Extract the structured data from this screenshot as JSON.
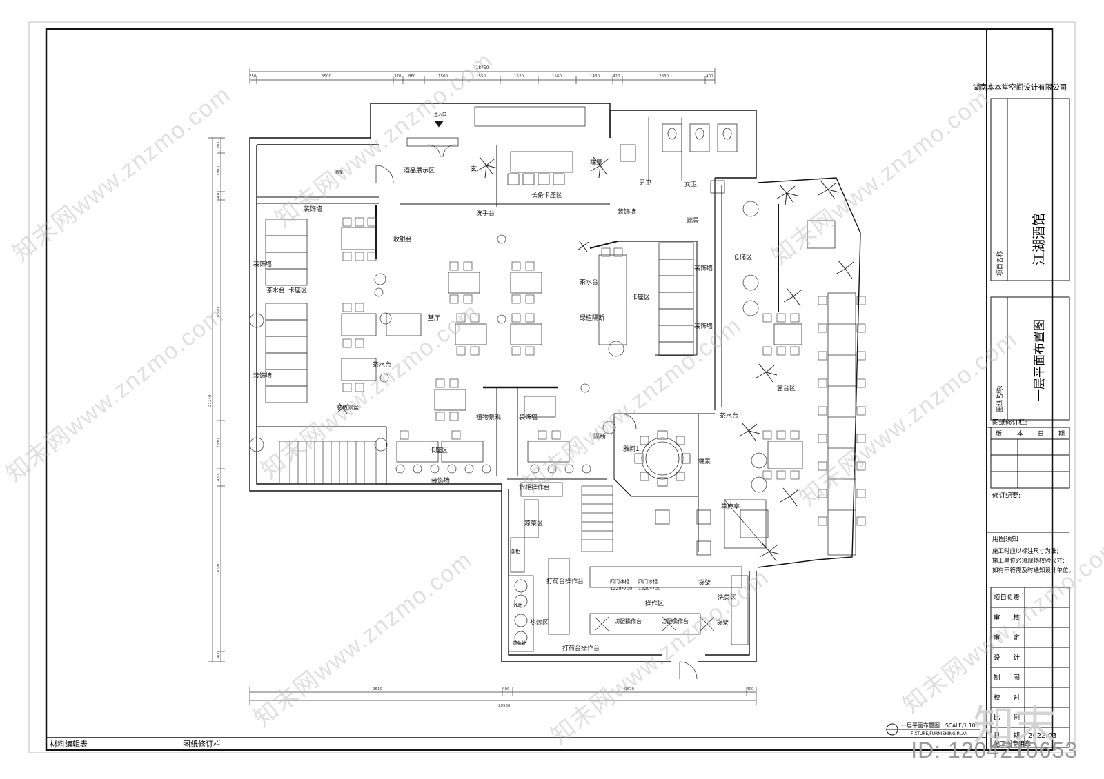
{
  "title_block": {
    "company": "湖南本本堂空间设计有限公司",
    "project_label": "项目名称:",
    "project_name": "江湖酒馆",
    "drawing_label": "图纸名称:",
    "drawing_name": "一层平面布置图",
    "revision_label": "图纸修订栏:",
    "revision_cols": [
      "版",
      "本",
      "日",
      "期"
    ],
    "revision_notes_label": "修订纪要:",
    "usage_title": "用图须知",
    "usage_notes": [
      "施工时应以标注尺寸为准;",
      "施工单位必须现场校验尺寸;",
      "如有不符需及时通知设计单位。"
    ],
    "roles": [
      "项目负责",
      "审　　核",
      "审　　定",
      "设　　计",
      "制　　图",
      "校　　对",
      "比　　例",
      "日　　期"
    ],
    "date_value": "2022.03",
    "stamp_label": "施工图专用章"
  },
  "bottom_bar": {
    "materials": "材料编辑表",
    "revisions": "图纸修订栏",
    "plan_title": "一层平面布置图",
    "plan_scale": "SCALE/1:100",
    "plan_subtitle": "FIXTURE/FURNISHING PLAN"
  },
  "dimensions": {
    "top_total": "18750",
    "top_segments": [
      "250",
      "5500",
      "370",
      "880",
      "1500",
      "1550",
      "1520",
      "1560",
      "1430",
      "420",
      "2830",
      "400"
    ],
    "bottom_total": "20530",
    "bottom_segments": [
      "9610",
      "400",
      "9670",
      "400"
    ],
    "left_total": "21140",
    "left_segments": [
      "800",
      "1900",
      "410",
      "6870",
      "2380",
      "480",
      "6530",
      "400"
    ]
  },
  "rooms": {
    "wine_store": "酒库",
    "wine_display": "酒品展示区",
    "entrance": "玄",
    "entrance_arrow": "主入口",
    "long_booth": "长条卡座区",
    "side_view1": "端景",
    "male_wc": "男卫",
    "female_wc": "女卫",
    "decor_wall_top": "装饰墙",
    "wash_hands": "洗手台",
    "decor_wall_mid": "装饰墙",
    "cashier": "收银台",
    "decor_wall_left1": "装饰墙",
    "tea_left": "茶水台",
    "booth_left": "卡座区",
    "decor_wall_left2": "装饰墙",
    "lobby": "堂厅",
    "tea_center": "茶水台",
    "landscape": "装植景盆",
    "tea_right": "茶水台",
    "green_partition": "绿植隔断",
    "booth_right": "卡座区",
    "decor_wall_r1": "装饰墙",
    "decor_wall_r2": "装饰墙",
    "storage": "仓储区",
    "side_view2": "端景",
    "plant_view": "植物景观",
    "decor_wall_p": "装饰墙",
    "booth_bottom": "卡座区",
    "partition": "隔断",
    "decor_wall_bottom": "装饰墙",
    "private_room": "雅间1",
    "side_view3": "端景",
    "tea_terrace": "茶水台",
    "terrace": "露台区",
    "grass_pavilion": "草庐亭",
    "cabinet_area": "货柜操作台",
    "cold_dish": "凉菜区",
    "steam": "蒸柜",
    "pack_station1": "打荷台操作台",
    "hot_fry": "热炒区",
    "pack_station2": "打荷台操作台",
    "operation": "操作区",
    "cut1": "切配操作台",
    "cut2": "切配操作台",
    "dish_wash": "洗菜区",
    "shelf1": "货架",
    "shelf2": "货架",
    "fridge1": "四门冰柜",
    "fridge1_size": "1220*700",
    "fridge2": "四门冰柜",
    "fridge2_size": "1220*700",
    "stove": "炒灶",
    "smoke": "蒸鱼灶"
  },
  "watermark": {
    "text": "知末网www.znzmo.com",
    "brand": "知末",
    "id": "ID: 1204210653"
  }
}
